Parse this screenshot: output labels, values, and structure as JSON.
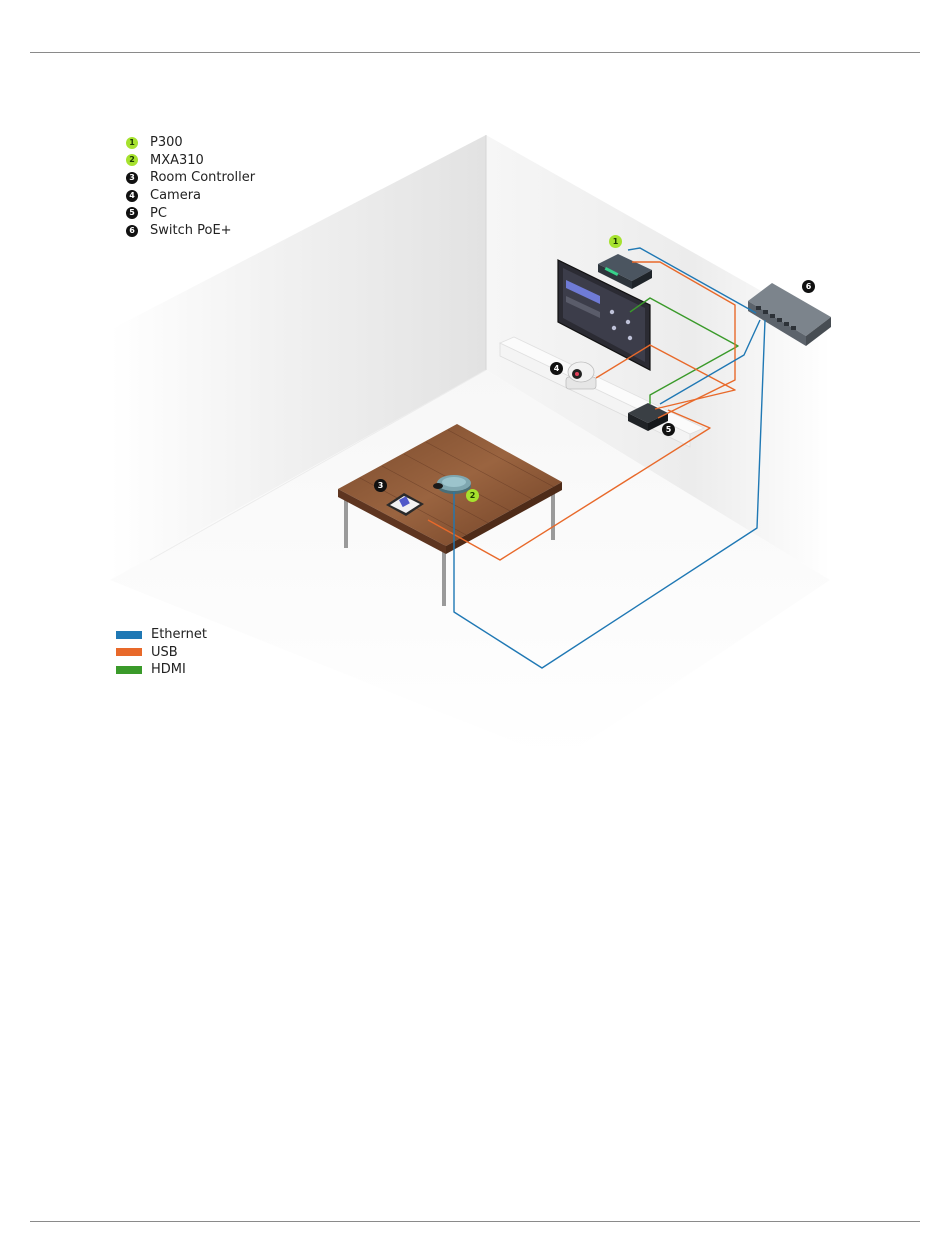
{
  "devices": [
    {
      "number": "1",
      "label": "P300",
      "badge": "green"
    },
    {
      "number": "2",
      "label": "MXA310",
      "badge": "green"
    },
    {
      "number": "3",
      "label": "Room Controller",
      "badge": "black"
    },
    {
      "number": "4",
      "label": "Camera",
      "badge": "black"
    },
    {
      "number": "5",
      "label": "PC",
      "badge": "black"
    },
    {
      "number": "6",
      "label": "Switch PoE+",
      "badge": "black"
    }
  ],
  "cables": [
    {
      "label": "Ethernet",
      "color": "#1f78b4"
    },
    {
      "label": "USB",
      "color": "#e8692a"
    },
    {
      "label": "HDMI",
      "color": "#3a9a2a"
    }
  ],
  "colors": {
    "badge_green": "#a6e22e",
    "badge_black": "#111111",
    "ethernet": "#1f78b4",
    "usb": "#e8692a",
    "hdmi": "#3a9a2a",
    "wall": "#ededed",
    "table_wood": "#8a5a3a"
  }
}
